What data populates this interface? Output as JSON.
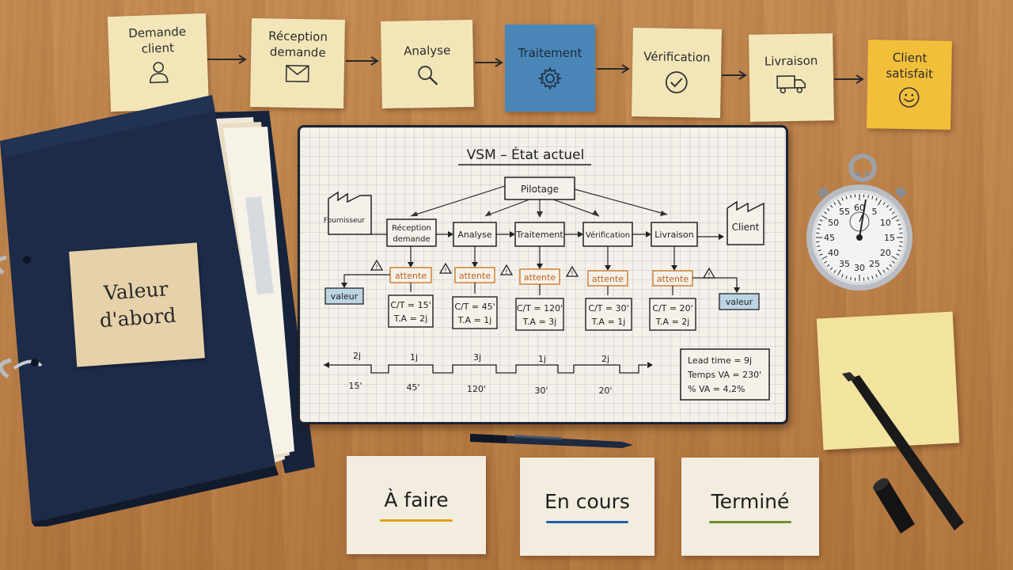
{
  "flow": {
    "steps": [
      {
        "label": "Demande\nclient",
        "icon": "person-icon",
        "color": "#f2e6b8"
      },
      {
        "label": "Réception\ndemande",
        "icon": "envelope-icon",
        "color": "#f2e6b8"
      },
      {
        "label": "Analyse",
        "icon": "magnifier-icon",
        "color": "#f2e6b8"
      },
      {
        "label": "Traitement",
        "icon": "gear-icon",
        "color": "#4a86b8"
      },
      {
        "label": "Vérification",
        "icon": "check-circle-icon",
        "color": "#f2e6b8"
      },
      {
        "label": "Livraison",
        "icon": "truck-icon",
        "color": "#f2e6b8"
      },
      {
        "label": "Client\nsatisfait",
        "icon": "smiley-icon",
        "color": "#f2bf3a"
      }
    ]
  },
  "binder": {
    "label_line1": "Valeur",
    "label_line2": "d'abord",
    "color": "#1c2b47"
  },
  "vsm": {
    "title": "VSM – État actuel",
    "control": "Pilotage",
    "supplier": "Fournisseur",
    "customer": "Client",
    "processes": [
      {
        "label_line1": "Réception",
        "label_line2": "demande",
        "ct": "C/T = 15'",
        "ta": "T.A = 2j"
      },
      {
        "label_line1": "Analyse",
        "label_line2": "",
        "ct": "C/T = 45'",
        "ta": "T.A = 1j"
      },
      {
        "label_line1": "Traitement",
        "label_line2": "",
        "ct": "C/T = 120'",
        "ta": "T.A = 3j"
      },
      {
        "label_line1": "Vérification",
        "label_line2": "",
        "ct": "C/T = 30'",
        "ta": "T.A = 1j"
      },
      {
        "label_line1": "Livraison",
        "label_line2": "",
        "ct": "C/T = 20'",
        "ta": "T.A = 2j"
      }
    ],
    "wait_label": "attente",
    "value_left": "valeur",
    "value_right": "valeur",
    "timeline_waits": [
      "2j",
      "1j",
      "3j",
      "1j",
      "2j"
    ],
    "timeline_cycles": [
      "15'",
      "45'",
      "120'",
      "30'",
      "20'"
    ],
    "summary": {
      "lead_time": "Lead time = 9j",
      "va_time": "Temps VA = 230'",
      "va_pct": "% VA = 4,2%"
    }
  },
  "stopwatch": {
    "numbers": [
      "60",
      "5",
      "10",
      "15",
      "20",
      "25",
      "30",
      "35",
      "40",
      "45",
      "50",
      "55"
    ]
  },
  "kanban": {
    "columns": [
      {
        "label": "À faire",
        "bar_color": "#e3a21a"
      },
      {
        "label": "En cours",
        "bar_color": "#1f5fae"
      },
      {
        "label": "Terminé",
        "bar_color": "#6f8f2a"
      }
    ]
  }
}
